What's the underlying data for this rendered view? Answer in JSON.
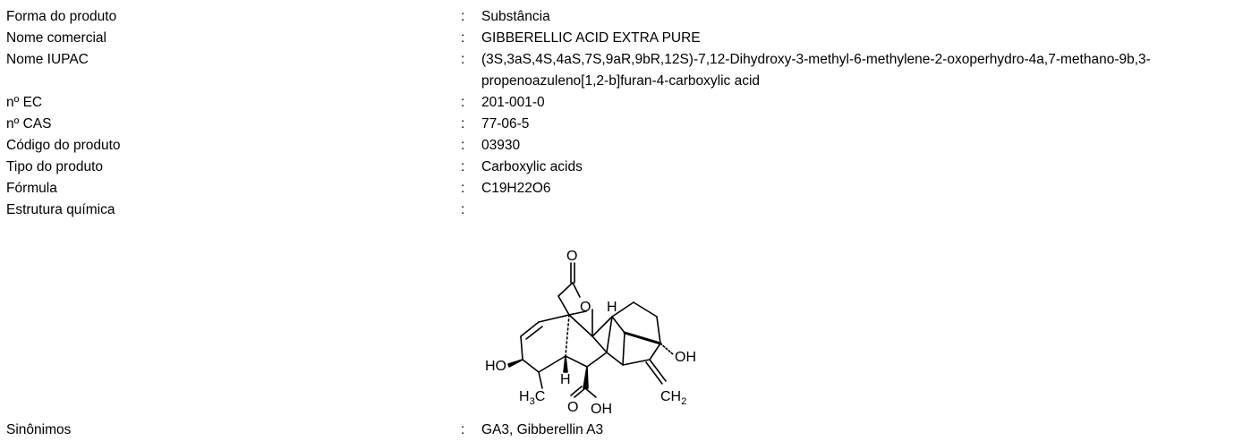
{
  "rows": [
    {
      "label": "Forma do produto",
      "value": "Substância"
    },
    {
      "label": "Nome comercial",
      "value": "GIBBERELLIC ACID EXTRA PURE"
    },
    {
      "label": "Nome IUPAC",
      "value": "(3S,3aS,4S,4aS,7S,9aR,9bR,12S)-7,12-Dihydroxy-3-methyl-6-methylene-2-oxoperhydro-4a,7-methano-9b,3-propenoazuleno[1,2-b]furan-4-carboxylic acid"
    },
    {
      "label": "nº EC",
      "value": "201-001-0"
    },
    {
      "label": "nº CAS",
      "value": "77-06-5"
    },
    {
      "label": "Código do produto",
      "value": "03930"
    },
    {
      "label": "Tipo do produto",
      "value": "Carboxylic acids"
    },
    {
      "label": "Fórmula",
      "value": "C19H22O6"
    },
    {
      "label": "Estrutura química",
      "value": ""
    },
    {
      "label": "Sinônimos",
      "value": "GA3, Gibberellin A3"
    }
  ],
  "separator": ":",
  "structure": {
    "atoms": {
      "o_carbonyl": "O",
      "o_ring": "O",
      "h_top": "H",
      "ho_left": "HO",
      "oh_right": "OH",
      "h_bottom": "H",
      "h3c_h": "H",
      "h3c_sub": "3",
      "h3c_c": "C",
      "o_acid": "O",
      "oh_acid": "OH",
      "ch2_ch": "CH",
      "ch2_sub": "2"
    }
  }
}
